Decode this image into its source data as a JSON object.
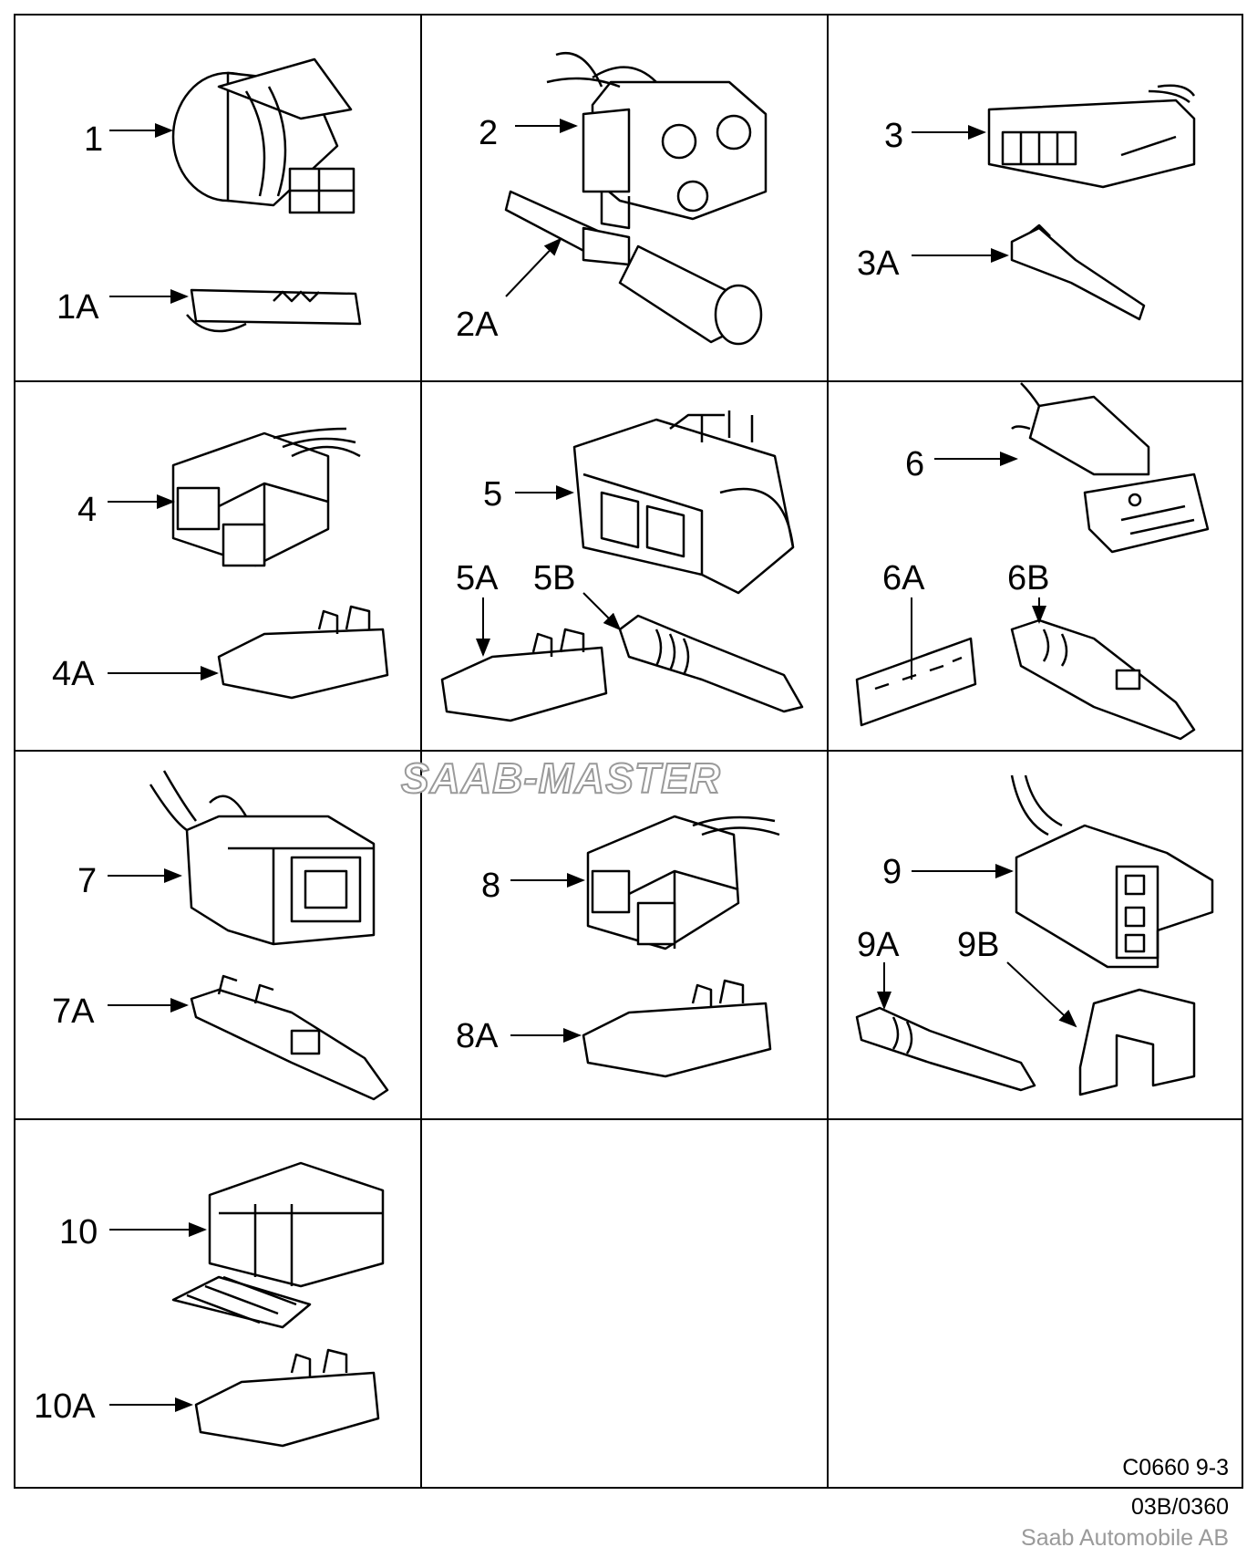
{
  "labels": {
    "l1": "1",
    "l1a": "1A",
    "l2": "2",
    "l2a": "2A",
    "l3": "3",
    "l3a": "3A",
    "l4": "4",
    "l4a": "4A",
    "l5": "5",
    "l5a": "5A",
    "l5b": "5B",
    "l6": "6",
    "l6a": "6A",
    "l6b": "6B",
    "l7": "7",
    "l7a": "7A",
    "l8": "8",
    "l8a": "8A",
    "l9": "9",
    "l9a": "9A",
    "l9b": "9B",
    "l10": "10",
    "l10a": "10A"
  },
  "watermark": "SAAB-MASTER",
  "footer": {
    "code": "C0660 9-3",
    "ref": "03B/0360",
    "company": "Saab Automobile AB"
  },
  "colors": {
    "ink": "#000000",
    "watermark_outline": "#9a9a9a",
    "company_text": "#9a9a9a"
  }
}
